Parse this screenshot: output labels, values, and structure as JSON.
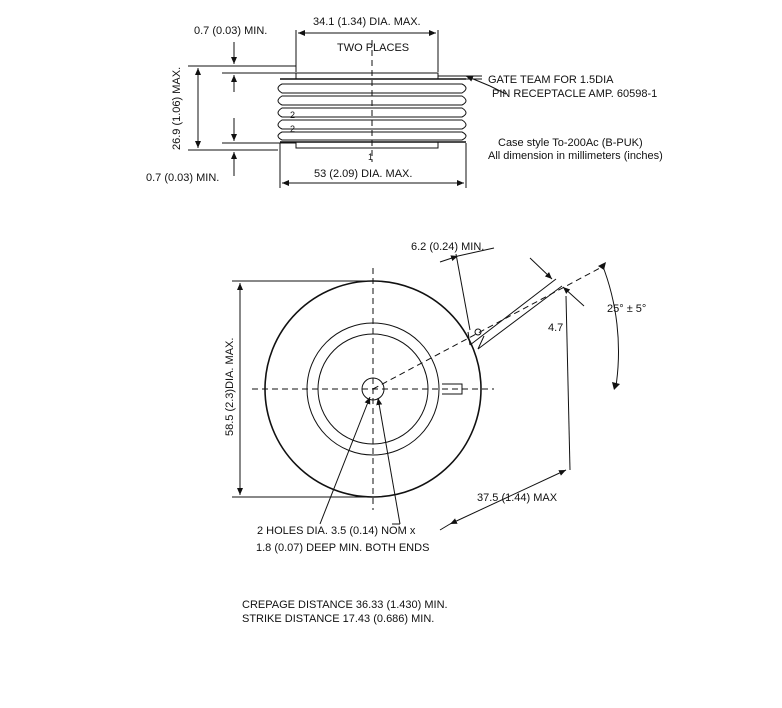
{
  "side_view": {
    "min_top": "0.7 (0.03) MIN.",
    "dia_top": "34.1 (1.34) DIA. MAX.",
    "two_places": "TWO PLACES",
    "height_max": "26.9 (1.06) MAX.",
    "min_bottom": "0.7 (0.03) MIN.",
    "dia_bottom": "53 (2.09) DIA. MAX.",
    "gate_line1": "GATE TEAM FOR 1.5DIA",
    "gate_line2": "PIN RECEPTACLE AMP. 60598-1",
    "case_line1": "Case style To-200Ac (B-PUK)",
    "case_line2": "All dimension in millimeters (inches)",
    "mark_1": "1",
    "mark_2a": "2",
    "mark_2b": "2"
  },
  "top_view": {
    "min_tab": "6.2 (0.24) MIN.",
    "angle": "25° ± 5°",
    "tab_width": "4.7",
    "dia_max": "58.5 (2.3)DIA. MAX.",
    "tab_length": "37.5 (1.44) MAX",
    "holes_line1": "2 HOLES DIA. 3.5 (0.14) NOM x",
    "holes_line2": "1.8 (0.07) DEEP MIN. BOTH ENDS"
  },
  "notes": {
    "crepage": "CREPAGE DISTANCE 36.33 (1.430) MIN.",
    "strike": "STRIKE DISTANCE 17.43 (0.686) MIN."
  }
}
